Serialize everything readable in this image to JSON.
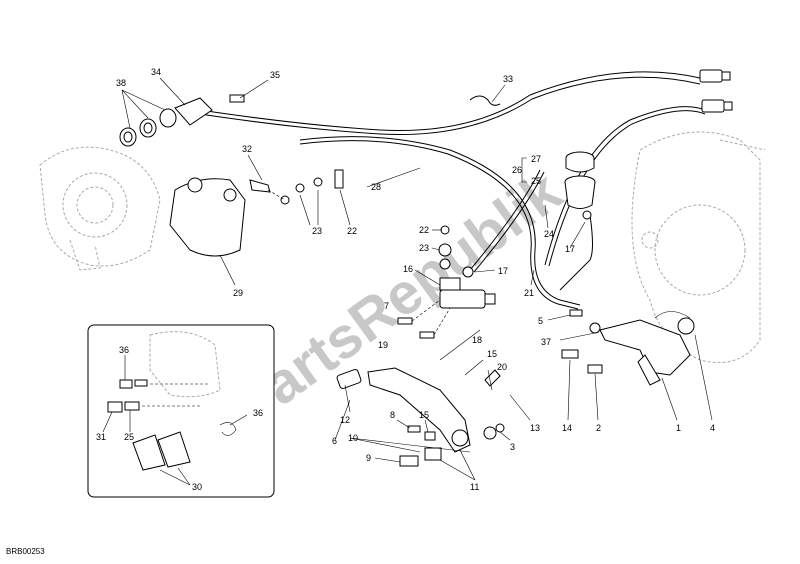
{
  "diagram": {
    "reference_code": "BRB00253",
    "watermark": "PartsRepublik",
    "callouts": [
      {
        "id": "c38",
        "text": "38"
      },
      {
        "id": "c34",
        "text": "34"
      },
      {
        "id": "c35",
        "text": "35"
      },
      {
        "id": "c33",
        "text": "33"
      },
      {
        "id": "c32",
        "text": "32"
      },
      {
        "id": "c27",
        "text": "27"
      },
      {
        "id": "c26",
        "text": "26"
      },
      {
        "id": "c25a",
        "text": "25"
      },
      {
        "id": "c28",
        "text": "28"
      },
      {
        "id": "c24",
        "text": "24"
      },
      {
        "id": "c23a",
        "text": "23"
      },
      {
        "id": "c22a",
        "text": "22"
      },
      {
        "id": "c22b",
        "text": "22"
      },
      {
        "id": "c23b",
        "text": "23"
      },
      {
        "id": "c17a",
        "text": "17"
      },
      {
        "id": "c16",
        "text": "16"
      },
      {
        "id": "c17b",
        "text": "17"
      },
      {
        "id": "c29",
        "text": "29"
      },
      {
        "id": "c21",
        "text": "21"
      },
      {
        "id": "c7",
        "text": "7"
      },
      {
        "id": "c5",
        "text": "5"
      },
      {
        "id": "c18",
        "text": "18"
      },
      {
        "id": "c19",
        "text": "19"
      },
      {
        "id": "c37",
        "text": "37"
      },
      {
        "id": "c15a",
        "text": "15"
      },
      {
        "id": "c36a",
        "text": "36"
      },
      {
        "id": "c20",
        "text": "20"
      },
      {
        "id": "c12",
        "text": "12"
      },
      {
        "id": "c36b",
        "text": "36"
      },
      {
        "id": "c8",
        "text": "8"
      },
      {
        "id": "c15b",
        "text": "15"
      },
      {
        "id": "c13",
        "text": "13"
      },
      {
        "id": "c14",
        "text": "14"
      },
      {
        "id": "c2",
        "text": "2"
      },
      {
        "id": "c1",
        "text": "1"
      },
      {
        "id": "c4",
        "text": "4"
      },
      {
        "id": "c6",
        "text": "6"
      },
      {
        "id": "c10",
        "text": "10"
      },
      {
        "id": "c3",
        "text": "3"
      },
      {
        "id": "c31",
        "text": "31"
      },
      {
        "id": "c25b",
        "text": "25"
      },
      {
        "id": "c9",
        "text": "9"
      },
      {
        "id": "c11",
        "text": "11"
      },
      {
        "id": "c30",
        "text": "30"
      }
    ]
  }
}
